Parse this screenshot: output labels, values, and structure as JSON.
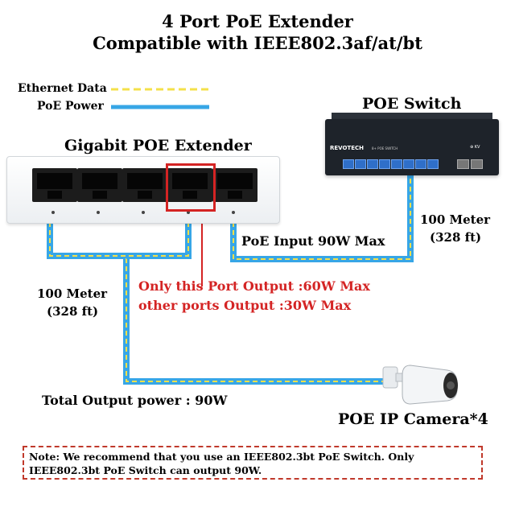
{
  "title": {
    "line1": "4 Port PoE Extender",
    "line2": "Compatible with IEEE802.3af/at/bt"
  },
  "legend": {
    "data_label": "Ethernet Data",
    "power_label": "PoE Power",
    "data_color": "#f4e04a",
    "power_color": "#37a6e6"
  },
  "extender": {
    "label": "Gigabit POE Extender",
    "port_count": 5,
    "highlight_color": "#d42424"
  },
  "switch": {
    "label": "POE Switch",
    "brand_text": "REVOTECH",
    "brand_sub": "8+ POE SWITCH",
    "mark_text": "⊕ KV"
  },
  "connections": {
    "input_label": "PoE Input 90W Max",
    "right_distance": "100 Meter",
    "right_distance_ft": "(328 ft)",
    "left_distance": "100 Meter",
    "left_distance_ft": "(328 ft)",
    "port_note_1": "Only this Port Output :60W Max",
    "port_note_2": "other ports Output :30W Max",
    "total_output": "Total Output power : 90W"
  },
  "camera": {
    "label": "POE IP Camera*4"
  },
  "note": {
    "text": "Note: We recommend that you use an IEEE802.3bt PoE Switch. Only IEEE802.3bt PoE Switch can output 90W."
  }
}
